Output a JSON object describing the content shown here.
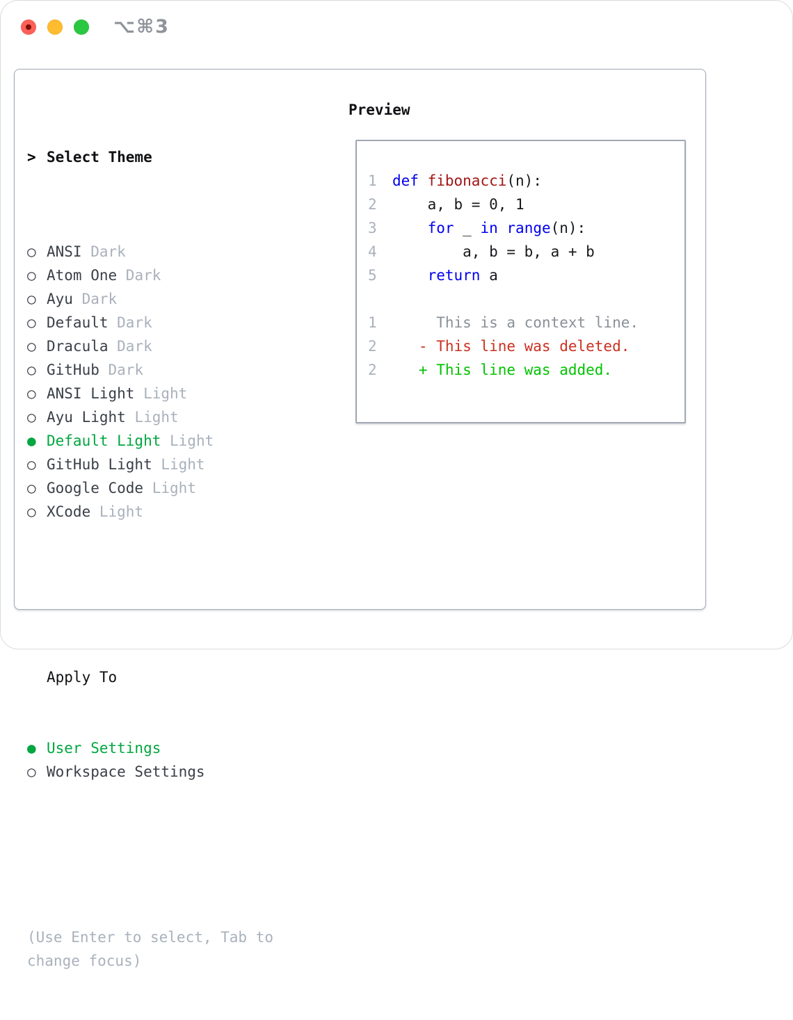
{
  "window": {
    "title": "⌥⌘3"
  },
  "markers": {
    "unselected": "○",
    "selected": "●",
    "cursor": ">"
  },
  "theme_panel": {
    "header": {
      "cursor": ">",
      "label": "Select Theme"
    },
    "items": [
      {
        "name": "ANSI",
        "variant": "Dark",
        "selected": false
      },
      {
        "name": "Atom One",
        "variant": "Dark",
        "selected": false
      },
      {
        "name": "Ayu",
        "variant": "Dark",
        "selected": false
      },
      {
        "name": "Default",
        "variant": "Dark",
        "selected": false
      },
      {
        "name": "Dracula",
        "variant": "Dark",
        "selected": false
      },
      {
        "name": "GitHub",
        "variant": "Dark",
        "selected": false
      },
      {
        "name": "ANSI Light",
        "variant": "Light",
        "selected": false
      },
      {
        "name": "Ayu Light",
        "variant": "Light",
        "selected": false
      },
      {
        "name": "Default Light",
        "variant": "Light",
        "selected": true
      },
      {
        "name": "GitHub Light",
        "variant": "Light",
        "selected": false
      },
      {
        "name": "Google Code",
        "variant": "Light",
        "selected": false
      },
      {
        "name": "XCode",
        "variant": "Light",
        "selected": false
      }
    ],
    "apply_to": {
      "label": "Apply To",
      "options": [
        {
          "name": "User Settings",
          "selected": true
        },
        {
          "name": "Workspace Settings",
          "selected": false
        }
      ]
    },
    "hint_lines": [
      "(Use Enter to select, Tab to",
      "change focus)"
    ]
  },
  "preview": {
    "title": "Preview",
    "code_lines": [
      {
        "num": "1",
        "segments": [
          {
            "text": "def",
            "style": "keyword"
          },
          {
            "text": " ",
            "style": "plain"
          },
          {
            "text": "fibonacci",
            "style": "function"
          },
          {
            "text": "(n):",
            "style": "plain"
          }
        ]
      },
      {
        "num": "2",
        "segments": [
          {
            "text": "    a, b = 0, 1",
            "style": "plain"
          }
        ]
      },
      {
        "num": "3",
        "segments": [
          {
            "text": "    ",
            "style": "plain"
          },
          {
            "text": "for",
            "style": "keyword"
          },
          {
            "text": " _ ",
            "style": "plain"
          },
          {
            "text": "in",
            "style": "keyword"
          },
          {
            "text": " ",
            "style": "plain"
          },
          {
            "text": "range",
            "style": "keyword"
          },
          {
            "text": "(n):",
            "style": "plain"
          }
        ]
      },
      {
        "num": "4",
        "segments": [
          {
            "text": "        a, b = b, a + b",
            "style": "plain"
          }
        ]
      },
      {
        "num": "5",
        "segments": [
          {
            "text": "    ",
            "style": "plain"
          },
          {
            "text": "return",
            "style": "keyword"
          },
          {
            "text": " a",
            "style": "plain"
          }
        ]
      },
      {
        "num": "",
        "segments": []
      },
      {
        "num": "1",
        "segments": [
          {
            "text": "     This is a context line.",
            "style": "context"
          }
        ]
      },
      {
        "num": "2",
        "segments": [
          {
            "text": "   - This line was deleted.",
            "style": "deleted"
          }
        ]
      },
      {
        "num": "2",
        "segments": [
          {
            "text": "   + This line was added.",
            "style": "added"
          }
        ]
      }
    ]
  },
  "colors": {
    "keyword": "#0000EE",
    "function": "#A31515",
    "code_text": "#17191C",
    "context": "#8A9097",
    "deleted": "#CB3020",
    "added": "#00C300",
    "selected_green": "#00A63F",
    "muted": "#A9B1BC",
    "text": "#3A3F47",
    "heading": "#101114",
    "border": "#A0A8B3",
    "window_border": "#D9DBDE",
    "title_gray": "#8F939A",
    "light_red": "#FF5F57",
    "light_yellow": "#FEBC2E",
    "light_green": "#2AC840",
    "close_dot": "#7A1007"
  }
}
